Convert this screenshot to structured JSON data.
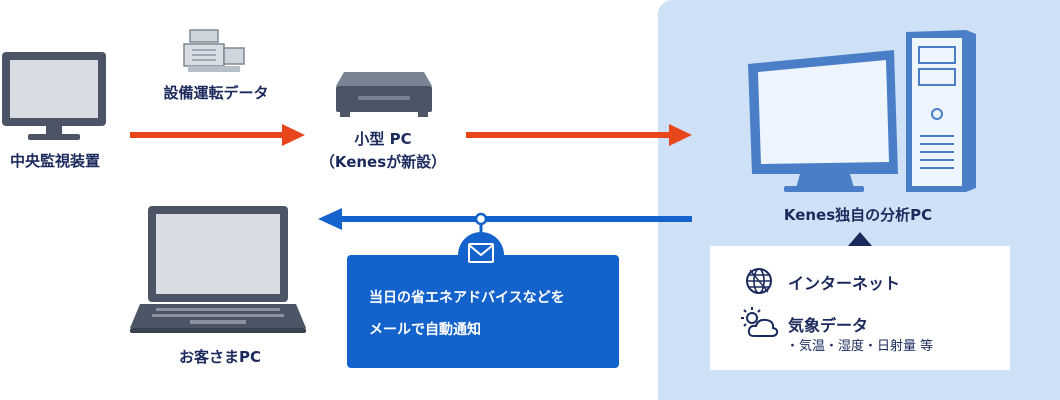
{
  "nodes": {
    "central": "中央監視装置",
    "data_flow": "設備運転データ",
    "small_pc_line1": "小型 PC",
    "small_pc_line2": "（Kenesが新設）",
    "analysis_pc": "Kenes独自の分析PC",
    "customer": "お客さまPC"
  },
  "notification": {
    "line1": "当日の省エネアドバイスなどを",
    "line2": "メールで自動通知"
  },
  "sources": {
    "internet": "インターネット",
    "weather": "気象データ",
    "weather_detail": "・気温・湿度・日射量 等"
  },
  "colors": {
    "orange_arrow": "#e8461b",
    "blue_arrow": "#1463cc",
    "navy": "#1b2a5c",
    "panel": "#cfe1f6"
  }
}
